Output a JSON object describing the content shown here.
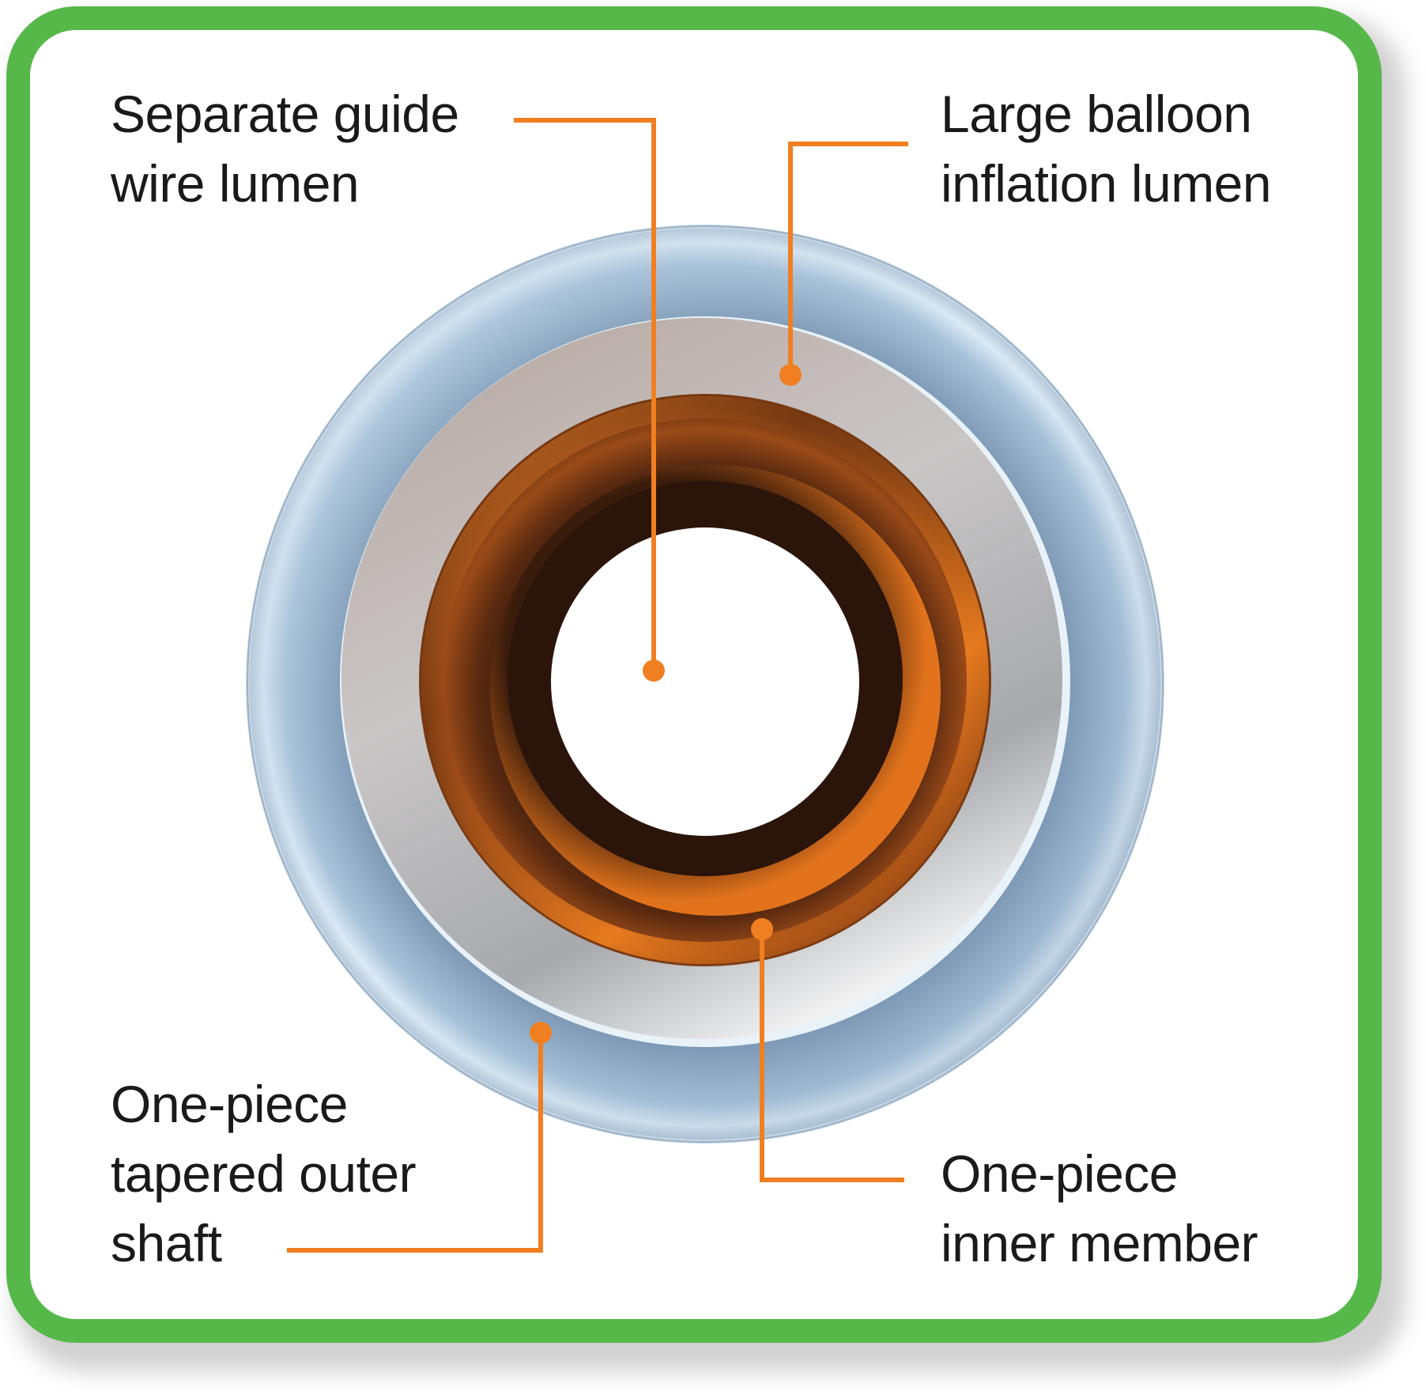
{
  "labels": {
    "guide_wire_lumen": "Separate guide\nwire lumen",
    "balloon_inflation_lumen": "Large balloon\ninflation lumen",
    "outer_shaft": "One-piece\ntapered outer\nshaft",
    "inner_member": "One-piece\ninner member"
  },
  "colors": {
    "frame_green": "#57b84a",
    "callout_orange": "#f07f22",
    "outer_shaft_blue": "#9fbfd8",
    "inflation_lumen_gray": "#c8c4c4",
    "inner_member_brown": "#7a3a12"
  }
}
